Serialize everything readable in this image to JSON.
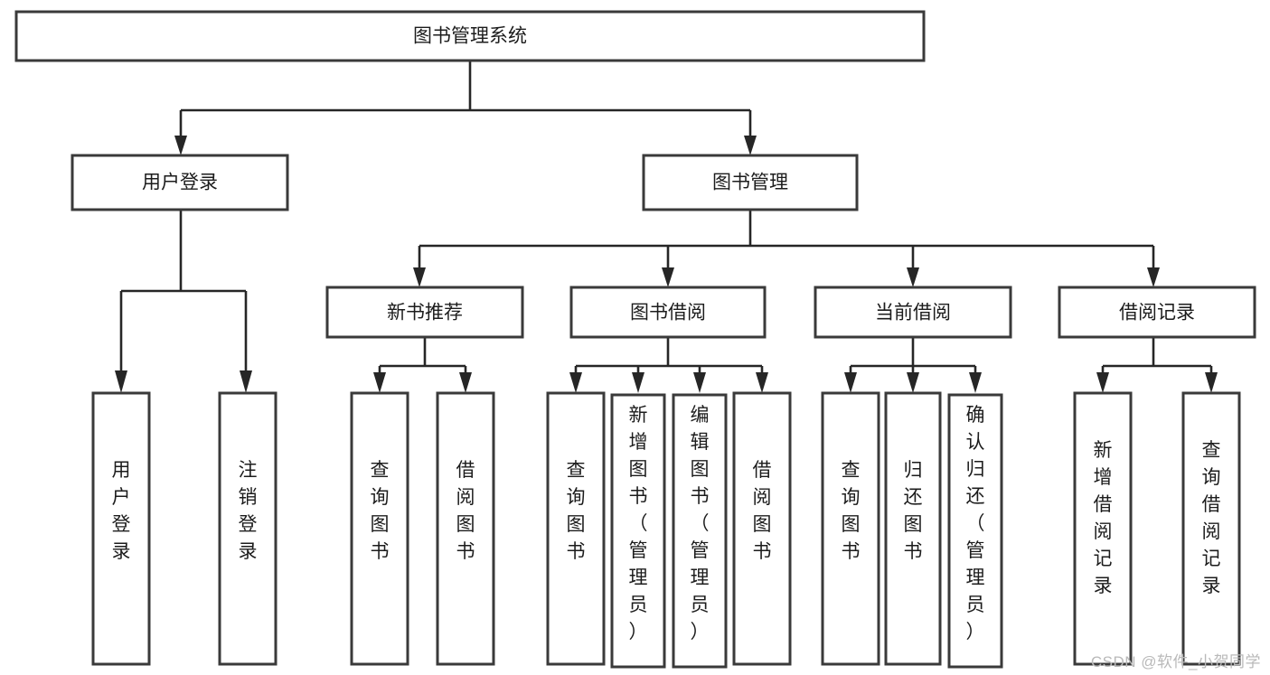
{
  "diagram": {
    "title": "图书管理系统",
    "type": "tree-hierarchy",
    "watermark": "CSDN @软件_小贺同学",
    "colors": {
      "box_fill": "#ffffff",
      "box_stroke": "#3a3a3a",
      "connector": "#262626",
      "text": "#1c1c1c",
      "watermark": "#b9b9b9"
    },
    "nodes": {
      "root": {
        "label": "图书管理系统",
        "level": 1,
        "orientation": "horizontal"
      },
      "l2": [
        {
          "label": "用户登录",
          "level": 2,
          "orientation": "horizontal"
        },
        {
          "label": "图书管理",
          "level": 2,
          "orientation": "horizontal"
        }
      ],
      "l3": [
        {
          "label": "新书推荐",
          "level": 3,
          "orientation": "horizontal"
        },
        {
          "label": "图书借阅",
          "level": 3,
          "orientation": "horizontal"
        },
        {
          "label": "当前借阅",
          "level": 3,
          "orientation": "horizontal"
        },
        {
          "label": "借阅记录",
          "level": 3,
          "orientation": "horizontal"
        }
      ],
      "leaves": {
        "user_login": [
          {
            "label": "用户登录",
            "orientation": "vertical"
          },
          {
            "label": "注销登录",
            "orientation": "vertical"
          }
        ],
        "new_book_rec": [
          {
            "label": "查询图书",
            "orientation": "vertical"
          },
          {
            "label": "借阅图书",
            "orientation": "vertical"
          }
        ],
        "book_borrow": [
          {
            "label": "查询图书",
            "orientation": "vertical"
          },
          {
            "label": "新增图书（管理员）",
            "orientation": "vertical"
          },
          {
            "label": "编辑图书（管理员）",
            "orientation": "vertical"
          },
          {
            "label": "借阅图书",
            "orientation": "vertical"
          }
        ],
        "current_borrow": [
          {
            "label": "查询图书",
            "orientation": "vertical"
          },
          {
            "label": "归还图书",
            "orientation": "vertical"
          },
          {
            "label": "确认归还（管理员）",
            "orientation": "vertical"
          }
        ],
        "borrow_record": [
          {
            "label": "新增借阅记录",
            "orientation": "vertical"
          },
          {
            "label": "查询借阅记录",
            "orientation": "vertical"
          }
        ]
      }
    }
  }
}
